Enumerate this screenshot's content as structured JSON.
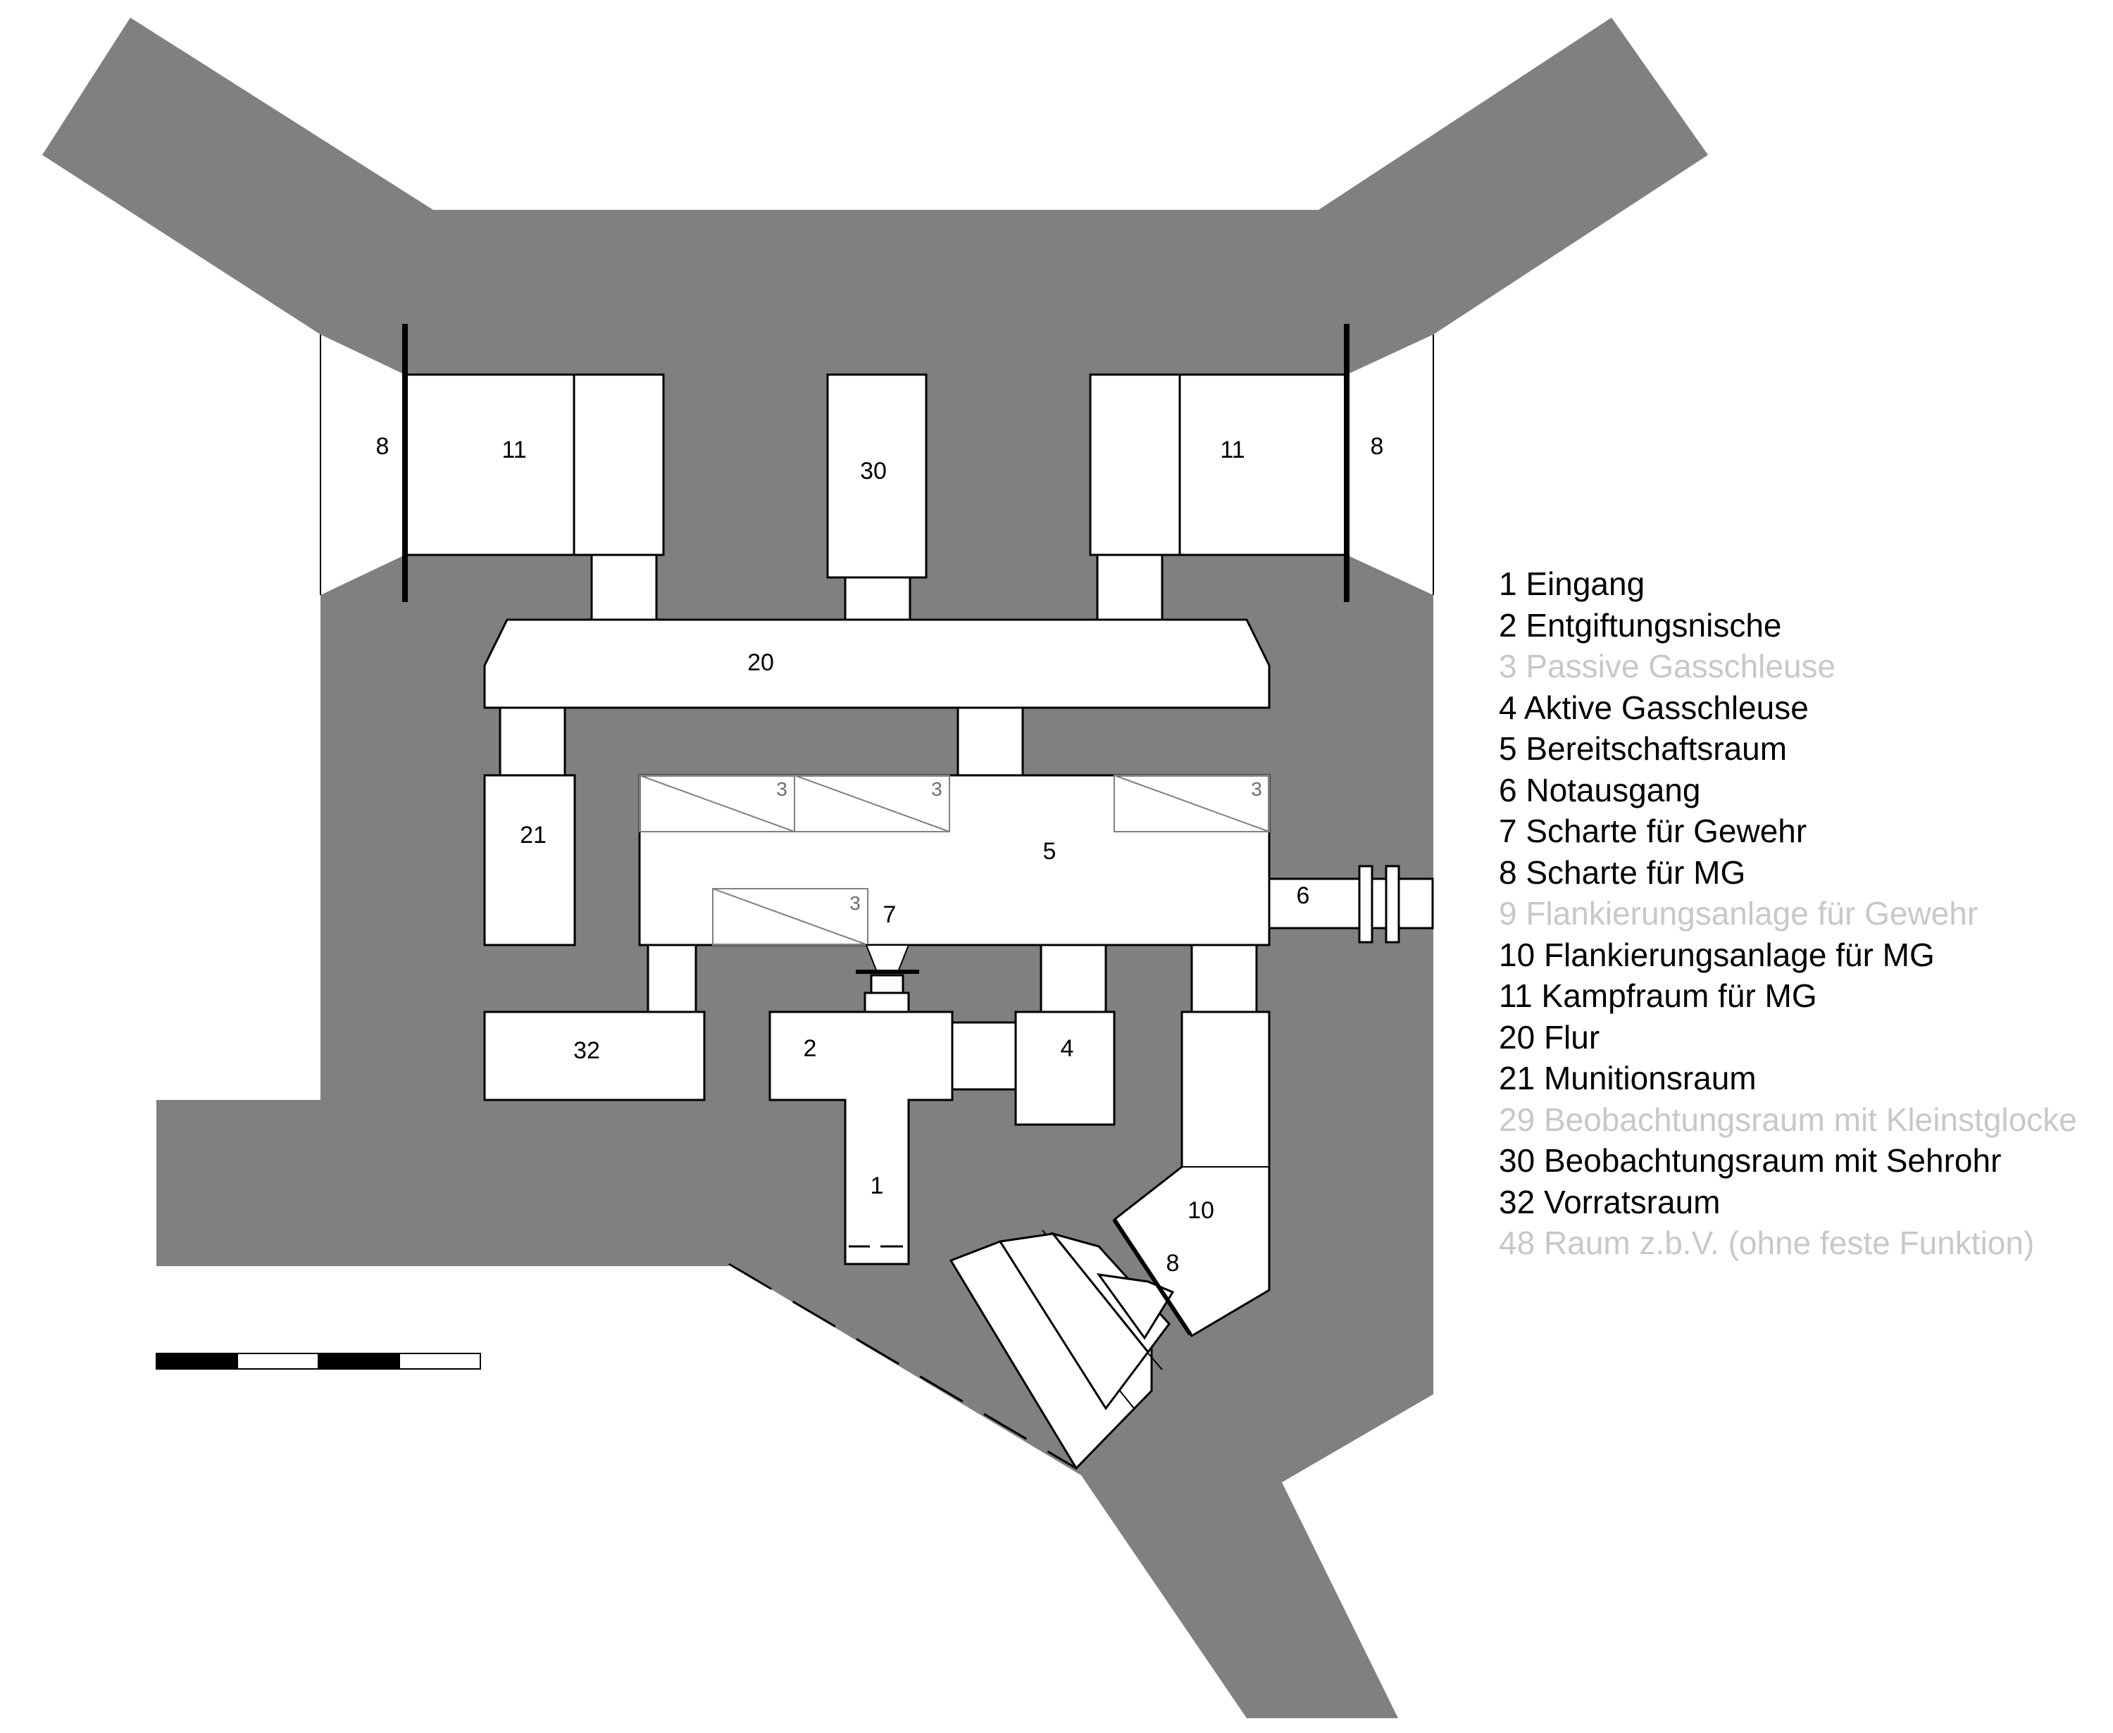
{
  "colors": {
    "concrete": "#808080",
    "room": "#ffffff",
    "line": "#000000",
    "inactive_text": "#c8c8c8",
    "lock_line": "#808080"
  },
  "rooms": {
    "r1": "1",
    "r2": "2",
    "r4": "4",
    "r5": "5",
    "r6": "6",
    "r7": "7",
    "r8a": "8",
    "r8b": "8",
    "r8c": "8",
    "r10": "10",
    "r11a": "11",
    "r11b": "11",
    "r20": "20",
    "r21": "21",
    "r30": "30",
    "r32": "32",
    "lock": [
      "3",
      "3",
      "3",
      "3"
    ]
  },
  "legend": [
    {
      "text": "1 Eingang",
      "state": "active"
    },
    {
      "text": "2 Entgiftungsnische",
      "state": "active"
    },
    {
      "text": "3 Passive Gasschleuse",
      "state": "inactive"
    },
    {
      "text": "4 Aktive Gasschleuse",
      "state": "active"
    },
    {
      "text": "5 Bereitschaftsraum",
      "state": "active"
    },
    {
      "text": "6 Notausgang",
      "state": "active"
    },
    {
      "text": "7 Scharte für Gewehr",
      "state": "active"
    },
    {
      "text": "8 Scharte für MG",
      "state": "active"
    },
    {
      "text": "9 Flankierungsanlage für Gewehr",
      "state": "inactive"
    },
    {
      "text": "10 Flankierungsanlage für MG",
      "state": "active"
    },
    {
      "text": "11 Kampfraum für MG",
      "state": "active"
    },
    {
      "text": "20 Flur",
      "state": "active"
    },
    {
      "text": "21 Munitionsraum",
      "state": "active"
    },
    {
      "text": "29 Beobachtungsraum mit Kleinstglocke",
      "state": "inactive"
    },
    {
      "text": "30 Beobachtungsraum mit Sehrohr",
      "state": "active"
    },
    {
      "text": "32 Vorratsraum",
      "state": "active"
    },
    {
      "text": "48 Raum z.b.V. (ohne feste Funktion)",
      "state": "inactive"
    }
  ]
}
